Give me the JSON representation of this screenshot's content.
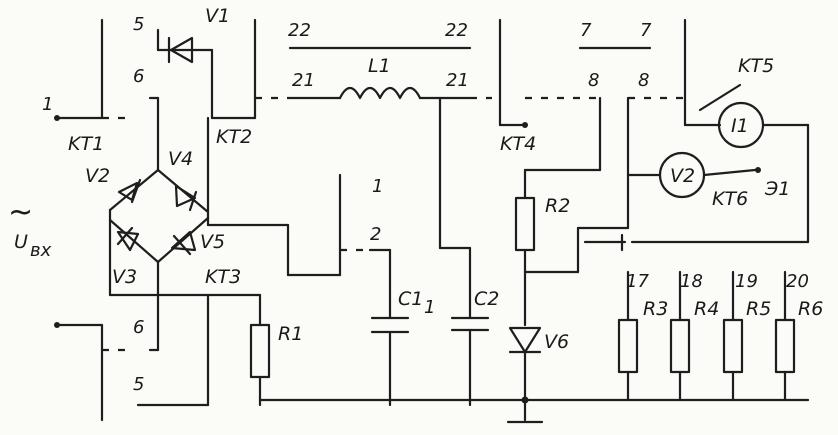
{
  "labels": {
    "v1": "V1",
    "v2d": "V2",
    "v3": "V3",
    "v4": "V4",
    "v5": "V5",
    "v6": "V6",
    "kt1": "KT1",
    "kt2": "KT2",
    "kt3": "KT3",
    "kt4": "KT4",
    "kt5": "KT5",
    "kt6": "KT6",
    "l1": "L1",
    "c1": "C1",
    "c1_sub": "1",
    "c2": "C2",
    "r1": "R1",
    "r2": "R2",
    "r3": "R3",
    "r4": "R4",
    "r5": "R5",
    "r6": "R6",
    "meter_i": "I1",
    "meter_v": "V2",
    "g1": "Э1",
    "input_symbol": "~",
    "input_u": "U",
    "input_sub": "вх"
  },
  "terminals": {
    "n1": "1",
    "n5_top": "5",
    "n6_top": "6",
    "n6_bot": "6",
    "n5_bot": "5",
    "n22_l": "22",
    "n22_r": "22",
    "n21_a": "21",
    "n21_b": "21",
    "n7_l": "7",
    "n7_r": "7",
    "n8_a": "8",
    "n8_b": "8",
    "n1_cap": "1",
    "n2_cap": "2",
    "n17": "17",
    "n18": "18",
    "n19": "19",
    "n20": "20"
  }
}
